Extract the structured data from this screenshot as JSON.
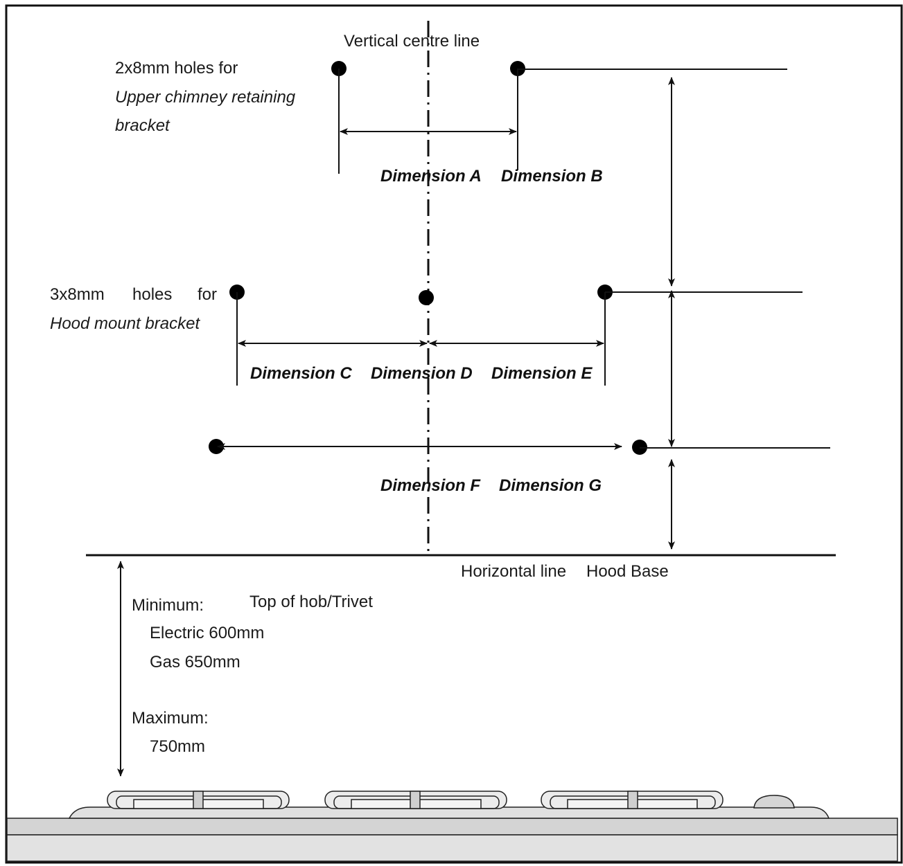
{
  "labels": {
    "vertical_centre_line": "Vertical centre line",
    "upper_holes_line1": "2x8mm holes for",
    "upper_holes_line2": "Upper chimney retaining",
    "upper_holes_line3": "bracket",
    "mount_holes_line1_a": "3x8mm",
    "mount_holes_line1_b": "holes",
    "mount_holes_line1_c": "for",
    "mount_holes_line2": "Hood mount bracket",
    "horizontal_line": "Horizontal line",
    "hood_base": "Hood Base",
    "minimum": "Minimum:",
    "top_of_hob": "Top of hob/Trivet",
    "electric": "Electric 600mm",
    "gas": "Gas 650mm",
    "maximum": "Maximum:",
    "max_value": "750mm"
  },
  "dimensions": {
    "a": "Dimension A",
    "b": "Dimension B",
    "c": "Dimension C",
    "d": "Dimension D",
    "e": "Dimension E",
    "f": "Dimension F",
    "g": "Dimension G"
  },
  "colors": {
    "line": "#111111",
    "hob_fill": "#d4d4d4",
    "background": "#ffffff"
  }
}
